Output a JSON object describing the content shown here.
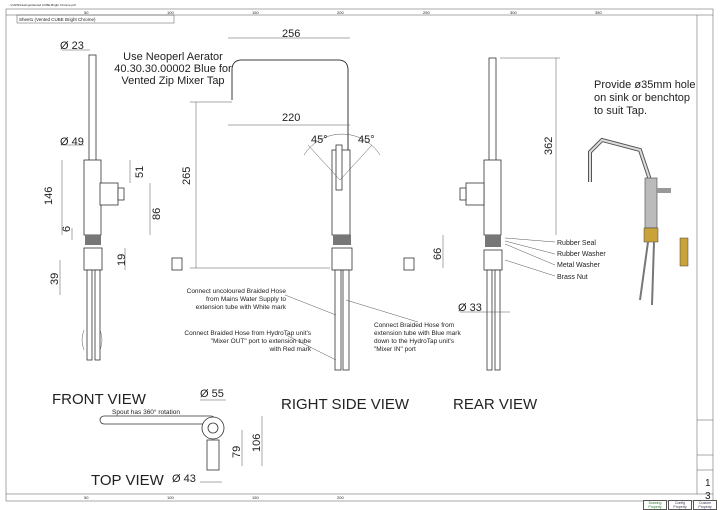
{
  "header": {
    "path_text": "...\\CAD\\Drawings\\Vented CUBE Bright Chrome.pdf",
    "sheet_title": "Sheet1 (Vented CUBE Bright Chrome)"
  },
  "ruler": {
    "top": [
      "50",
      "100",
      "150",
      "200",
      "250",
      "300",
      "350"
    ],
    "bottom": [
      "50",
      "100",
      "150",
      "200"
    ]
  },
  "notes": {
    "aerator": [
      "Use Neoperl Aerator",
      "40.30.30.00002 Blue for",
      "Vented Zip Mixer Tap"
    ],
    "hole": [
      "Provide ø35mm hole",
      "on sink or benchtop",
      "to suit Tap."
    ],
    "white_hose": [
      "Connect uncoloured Braided Hose",
      "from Mains Water Supply to",
      "extension tube with White mark"
    ],
    "red_hose": [
      "Connect Braided Hose from HydroTap unit's",
      "\"Mixer OUT\" port to extension tube",
      "with Red mark"
    ],
    "blue_hose": [
      "Connect Braided Hose from",
      "extension tube with Blue mark",
      "down to the HydroTap unit's",
      "\"Mixer IN\" port"
    ],
    "rotation": "Spout has 360° rotation"
  },
  "parts": [
    "Rubber Seal",
    "Rubber Washer",
    "Metal Washer",
    "Brass Nut"
  ],
  "dimensions": {
    "front": [
      "Ø 23",
      "Ø 49",
      "146",
      "51",
      "86",
      "6",
      "19",
      "39"
    ],
    "side": [
      "256",
      "220",
      "45°",
      "45°",
      "265"
    ],
    "rear": [
      "362",
      "66",
      "Ø 33"
    ],
    "top": [
      "Ø 55",
      "79",
      "106",
      "Ø 43"
    ]
  },
  "views": {
    "front": "FRONT VIEW",
    "side": "RIGHT SIDE VIEW",
    "rear": "REAR VIEW",
    "top": "TOP VIEW"
  },
  "title_block": {
    "buttons": [
      "Drawing Property",
      "Config Property",
      "Custom Property"
    ],
    "sheet_numbers": [
      "1",
      "3"
    ]
  },
  "colors": {
    "dim_highlight": "#a89a3a",
    "drawing_line": "#333333"
  }
}
